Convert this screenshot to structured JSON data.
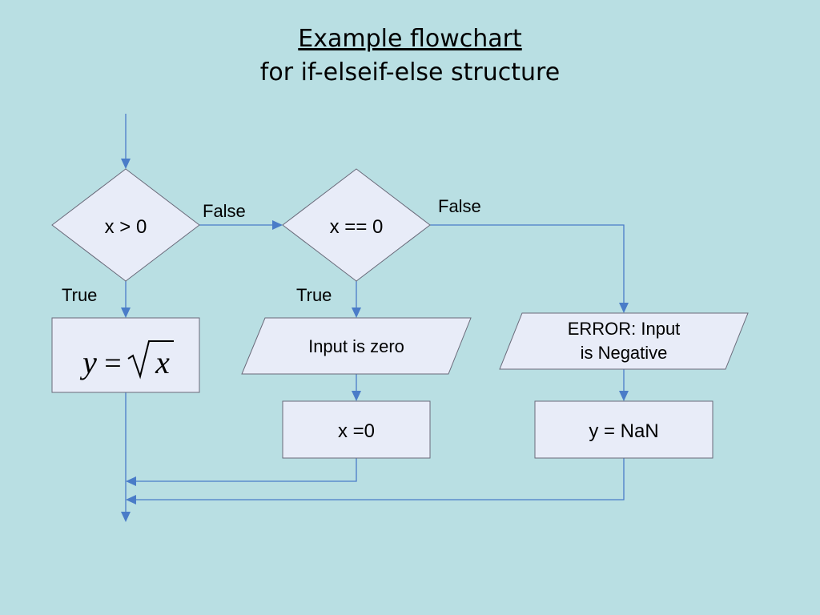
{
  "title": {
    "line1": "Example flowchart",
    "line2": "for if-elseif-else structure"
  },
  "nodes": {
    "decision1": "x > 0",
    "decision2": "x == 0",
    "sqrt_box": {
      "lhs": "y",
      "eq": "=",
      "rhs": "x"
    },
    "io_zero": "Input is zero",
    "io_error_line1": "ERROR: Input",
    "io_error_line2": "is Negative",
    "assign_zero": "x =0",
    "assign_nan": "y = NaN"
  },
  "edges": {
    "d1_false": "False",
    "d1_true": "True",
    "d2_false": "False",
    "d2_true": "True"
  }
}
